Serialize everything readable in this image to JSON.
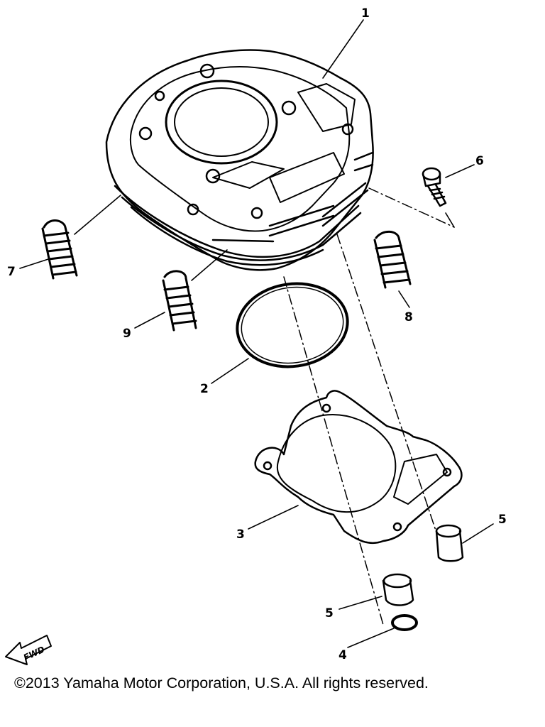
{
  "callouts": {
    "part1": "1",
    "part2": "2",
    "part3": "3",
    "part4": "4",
    "part5a": "5",
    "part5b": "5",
    "part6": "6",
    "part7": "7",
    "part8": "8",
    "part9": "9"
  },
  "fwd_label": "FWD",
  "copyright": "©2013 Yamaha Motor Corporation, U.S.A. All rights reserved."
}
